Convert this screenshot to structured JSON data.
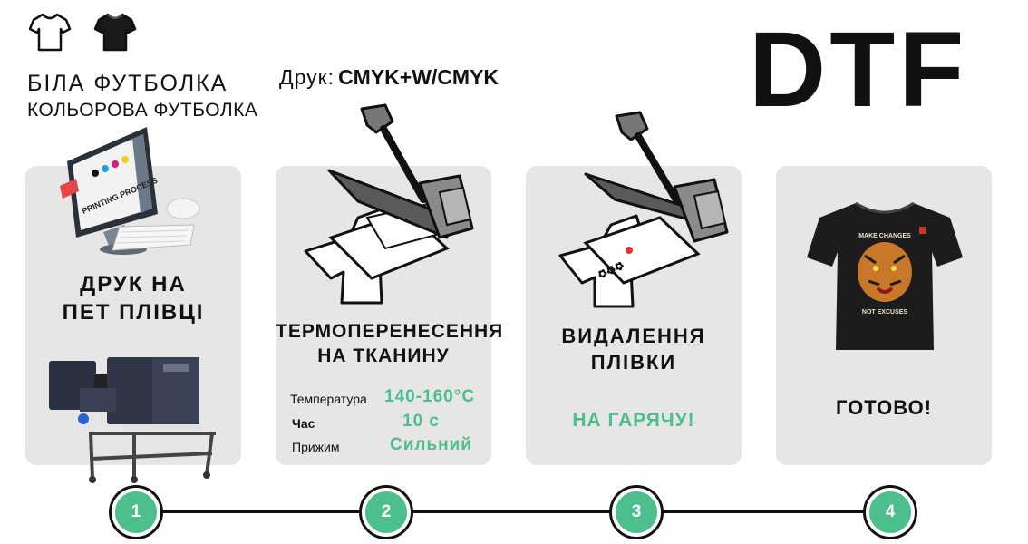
{
  "header": {
    "white_tshirt": "БІЛА ФУТБОЛКА",
    "color_tshirt": "КОЛЬОРОВА ФУТБОЛКА",
    "print_prefix": "Друк:",
    "print_value": "CMYK+W/CMYK",
    "logo": "DTF"
  },
  "steps": [
    {
      "number": "1",
      "title": "ДРУК НА\nПЕТ ПЛІВЦІ",
      "monitor_text": "PRINTING PROCESS"
    },
    {
      "number": "2",
      "title": "ТЕРМОПЕРЕНЕСЕННЯ\nНА ТКАНИНУ",
      "params": [
        {
          "label": "Температура",
          "value": "140-160°C"
        },
        {
          "label": "Час",
          "value": "10 с"
        },
        {
          "label": "Прижим",
          "value": "Сильний"
        }
      ]
    },
    {
      "number": "3",
      "title": "ВИДАЛЕННЯ\nПЛІВКИ",
      "note": "НА ГАРЯЧУ!"
    },
    {
      "number": "4",
      "title": "ГОТОВО!",
      "shirt_top": "MAKE CHANGES",
      "shirt_bottom": "NOT EXCUSES"
    }
  ],
  "colors": {
    "accent": "#4dbf8c",
    "card": "#e6e6e6",
    "ink": "#111111"
  }
}
